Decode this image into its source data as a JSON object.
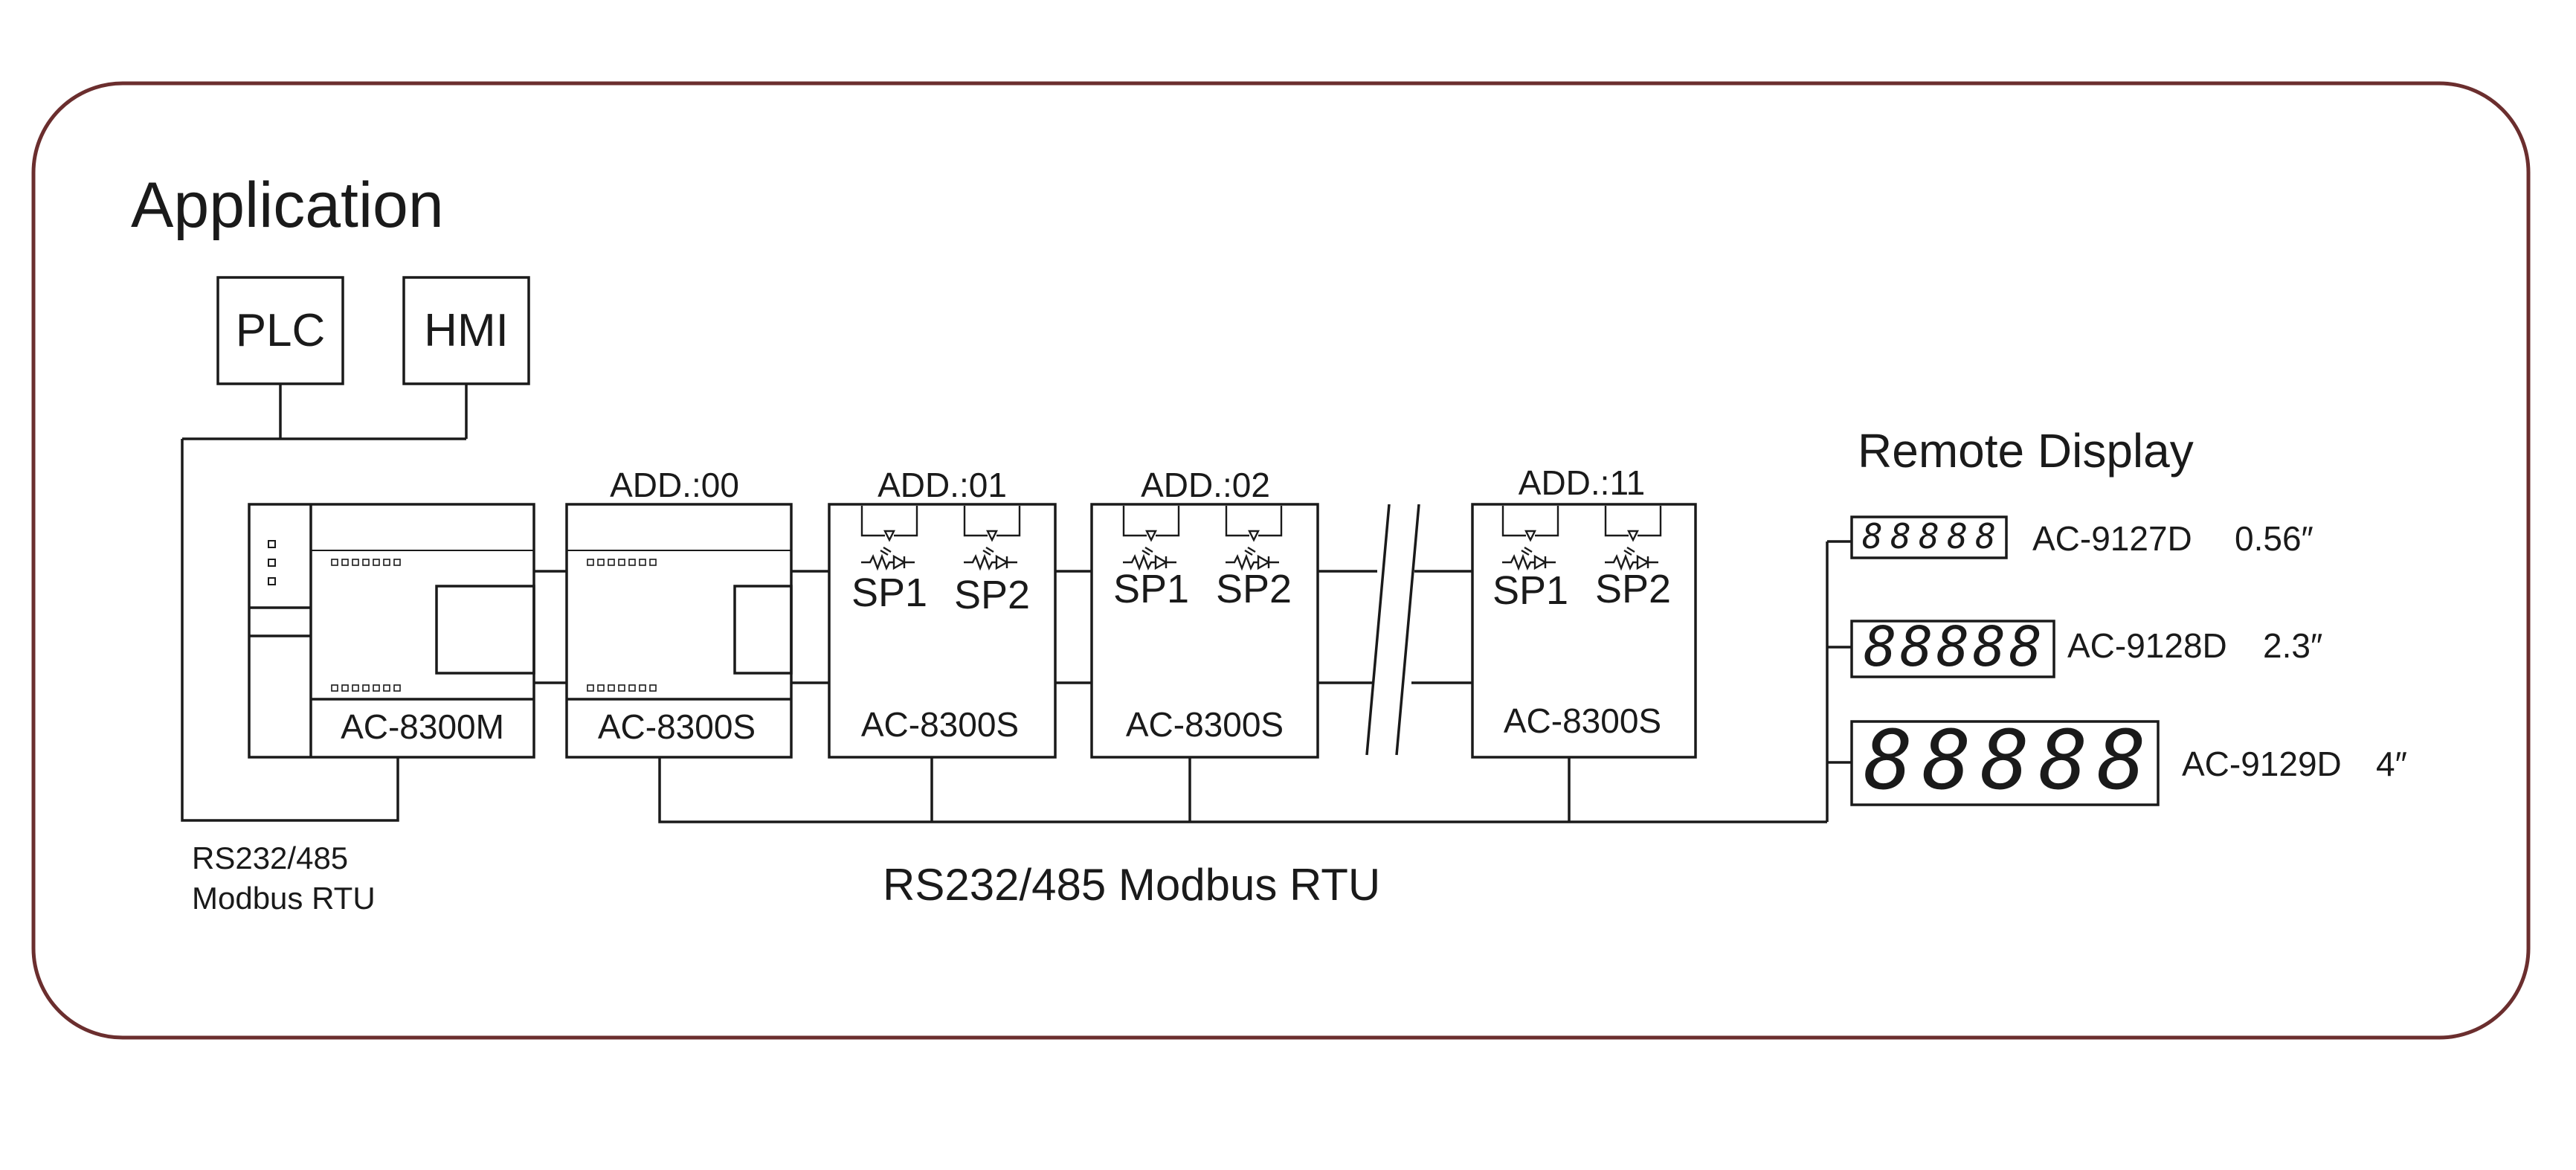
{
  "title": "Application",
  "colors": {
    "frame": "#6b2e2e",
    "line": "#1a1a1a",
    "background": "#ffffff"
  },
  "host_devices": {
    "plc": "PLC",
    "hmi": "HMI"
  },
  "host_link_label": {
    "line1": "RS232/485",
    "line2": "Modbus RTU"
  },
  "master": {
    "model": "AC-8300M"
  },
  "slaves": [
    {
      "address": "ADD.:00",
      "model": "AC-8300S"
    },
    {
      "address": "ADD.:01",
      "model": "AC-8300S",
      "sp1": "SP1",
      "sp2": "SP2"
    },
    {
      "address": "ADD.:02",
      "model": "AC-8300S",
      "sp1": "SP1",
      "sp2": "SP2"
    },
    {
      "address": "ADD.:11",
      "model": "AC-8300S",
      "sp1": "SP1",
      "sp2": "SP2"
    }
  ],
  "bus_label": "RS232/485 Modbus RTU",
  "remote_display": {
    "heading": "Remote Display",
    "units": [
      {
        "model": "AC-9127D",
        "size": "0.56″",
        "digits": "88888"
      },
      {
        "model": "AC-9128D",
        "size": "2.3″",
        "digits": "88888"
      },
      {
        "model": "AC-9129D",
        "size": "4″",
        "digits": "88888"
      }
    ]
  }
}
